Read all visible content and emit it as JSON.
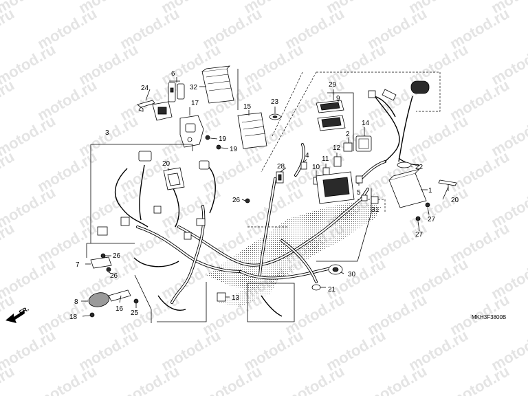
{
  "diagram": {
    "watermark": "motod.ru",
    "front_indicator": "FR.",
    "diagram_code": "MKH3F3800B",
    "callouts": [
      {
        "id": "c1",
        "label": "1"
      },
      {
        "id": "c2",
        "label": "2"
      },
      {
        "id": "c3",
        "label": "3"
      },
      {
        "id": "c4",
        "label": "4"
      },
      {
        "id": "c5",
        "label": "5"
      },
      {
        "id": "c6",
        "label": "6"
      },
      {
        "id": "c7",
        "label": "7"
      },
      {
        "id": "c8",
        "label": "8"
      },
      {
        "id": "c9",
        "label": "9"
      },
      {
        "id": "c10",
        "label": "10"
      },
      {
        "id": "c11",
        "label": "11"
      },
      {
        "id": "c12",
        "label": "12"
      },
      {
        "id": "c13",
        "label": "13"
      },
      {
        "id": "c14",
        "label": "14"
      },
      {
        "id": "c15",
        "label": "15"
      },
      {
        "id": "c16",
        "label": "16"
      },
      {
        "id": "c17",
        "label": "17"
      },
      {
        "id": "c18",
        "label": "18"
      },
      {
        "id": "c19a",
        "label": "19"
      },
      {
        "id": "c19b",
        "label": "19"
      },
      {
        "id": "c20a",
        "label": "20"
      },
      {
        "id": "c20b",
        "label": "20"
      },
      {
        "id": "c21",
        "label": "21"
      },
      {
        "id": "c22",
        "label": "22"
      },
      {
        "id": "c23",
        "label": "23"
      },
      {
        "id": "c24",
        "label": "24"
      },
      {
        "id": "c25",
        "label": "25"
      },
      {
        "id": "c26a",
        "label": "26"
      },
      {
        "id": "c26b",
        "label": "26"
      },
      {
        "id": "c26c",
        "label": "26"
      },
      {
        "id": "c27a",
        "label": "27"
      },
      {
        "id": "c27b",
        "label": "27"
      },
      {
        "id": "c28",
        "label": "28"
      },
      {
        "id": "c29",
        "label": "29"
      },
      {
        "id": "c30",
        "label": "30"
      },
      {
        "id": "c31",
        "label": "31"
      },
      {
        "id": "c32",
        "label": "32"
      }
    ]
  }
}
